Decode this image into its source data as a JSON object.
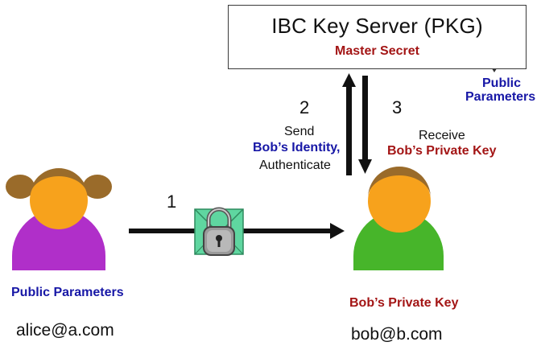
{
  "colors": {
    "red_text": "#a31515",
    "blue_text": "#1717a6",
    "black_text": "#111111",
    "alice_body": "#b02fc9",
    "bob_body": "#47b52a",
    "face": "#f7a21c",
    "hair": "#9a6b2a",
    "envelope": "#5fd6a0"
  },
  "server": {
    "title": "IBC Key Server (PKG)",
    "secret": "Master Secret"
  },
  "public_parameters_top": {
    "line1": "Public",
    "line2": "Parameters"
  },
  "step2": {
    "number": "2",
    "line1": "Send",
    "line2": "Bob’s Identity,",
    "line3": "Authenticate"
  },
  "step3": {
    "number": "3",
    "line1": "Receive",
    "line2": "Bob’s Private Key"
  },
  "step1": {
    "number": "1"
  },
  "alice": {
    "parameters_label": "Public Parameters",
    "email": "alice@a.com"
  },
  "bob": {
    "key_label": "Bob’s Private Key",
    "email": "bob@b.com"
  },
  "icons": {
    "envelope": "envelope-icon",
    "padlock": "padlock-icon",
    "alice": "alice-person-icon",
    "bob": "bob-person-icon"
  }
}
